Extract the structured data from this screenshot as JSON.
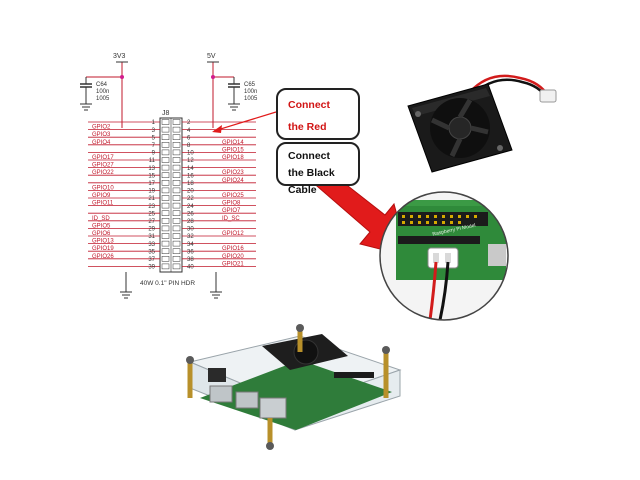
{
  "schematic": {
    "power": {
      "v33": "3V3",
      "v5": "5V"
    },
    "caps": [
      {
        "name": "C64",
        "value": "100n",
        "pkg": "1005"
      },
      {
        "name": "C65",
        "value": "100n",
        "pkg": "1005"
      }
    ],
    "header_ref": "J8",
    "header_caption": "40W 0.1\" PIN HDR",
    "rows": [
      {
        "l": "",
        "a": "1",
        "b": "2",
        "r": ""
      },
      {
        "l": "GPIO2",
        "a": "3",
        "b": "4",
        "r": ""
      },
      {
        "l": "GPIO3",
        "a": "5",
        "b": "6",
        "r": ""
      },
      {
        "l": "GPIO4",
        "a": "7",
        "b": "8",
        "r": "GPIO14"
      },
      {
        "l": "",
        "a": "9",
        "b": "10",
        "r": "GPIO15"
      },
      {
        "l": "GPIO17",
        "a": "11",
        "b": "12",
        "r": "GPIO18"
      },
      {
        "l": "GPIO27",
        "a": "13",
        "b": "14",
        "r": ""
      },
      {
        "l": "GPIO22",
        "a": "15",
        "b": "16",
        "r": "GPIO23"
      },
      {
        "l": "",
        "a": "17",
        "b": "18",
        "r": "GPIO24"
      },
      {
        "l": "GPIO10",
        "a": "19",
        "b": "20",
        "r": ""
      },
      {
        "l": "GPIO9",
        "a": "21",
        "b": "22",
        "r": "GPIO25"
      },
      {
        "l": "GPIO11",
        "a": "23",
        "b": "24",
        "r": "GPIO8"
      },
      {
        "l": "",
        "a": "25",
        "b": "26",
        "r": "GPIO7"
      },
      {
        "l": "ID_SD",
        "a": "27",
        "b": "28",
        "r": "ID_SC"
      },
      {
        "l": "GPIO5",
        "a": "29",
        "b": "30",
        "r": ""
      },
      {
        "l": "GPIO6",
        "a": "31",
        "b": "32",
        "r": "GPIO12"
      },
      {
        "l": "GPIO13",
        "a": "33",
        "b": "34",
        "r": ""
      },
      {
        "l": "GPIO19",
        "a": "35",
        "b": "36",
        "r": "GPIO16"
      },
      {
        "l": "GPIO26",
        "a": "37",
        "b": "38",
        "r": "GPIO20"
      },
      {
        "l": "",
        "a": "39",
        "b": "40",
        "r": "GPIO21"
      }
    ]
  },
  "callouts": {
    "red_cable": "Connect the Red Cable",
    "black_cable": "Connect the Black Cable"
  },
  "board_silkscreen": "Raspberry Pi Model",
  "colors": {
    "wire": "#c0182b",
    "arrow": "#e11b1b",
    "power_dot": "#d21c8c",
    "callout_red": "#d11414"
  }
}
